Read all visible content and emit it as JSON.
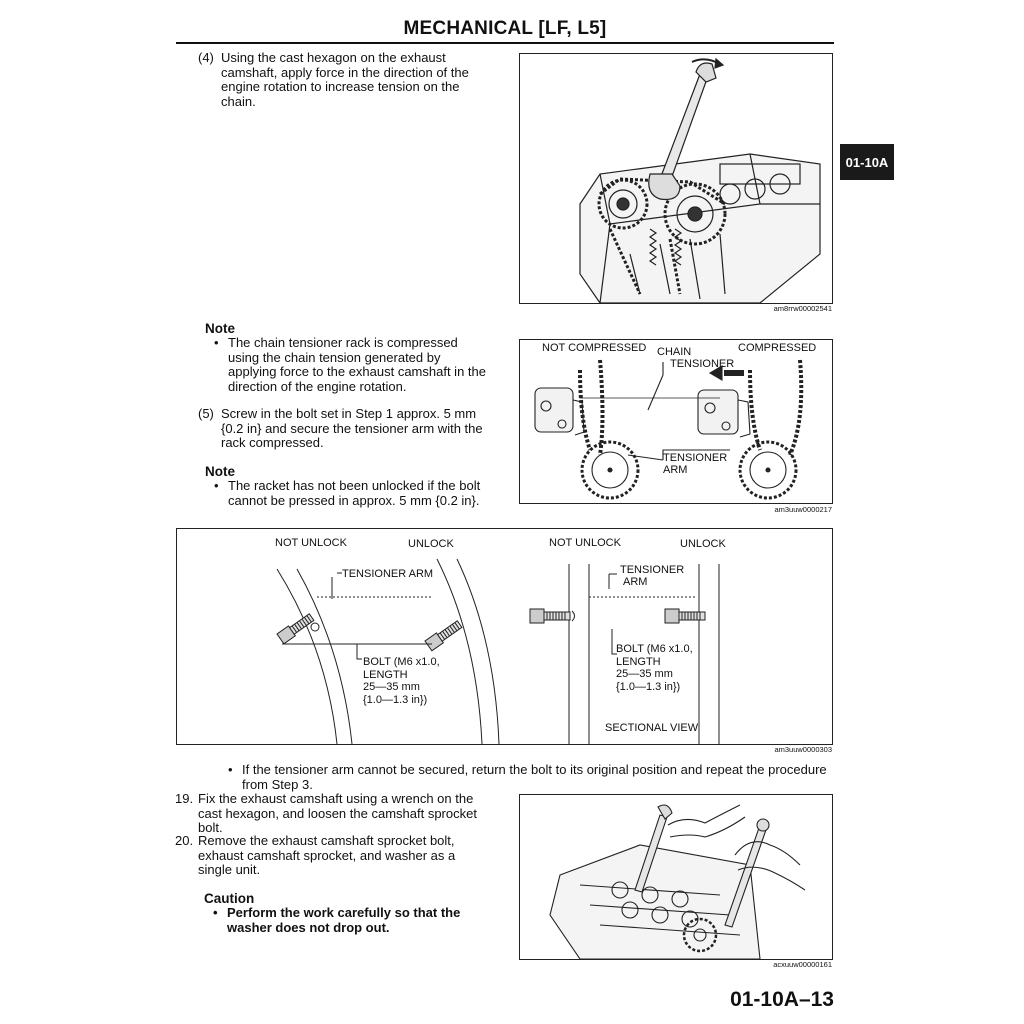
{
  "header": {
    "title": "MECHANICAL [LF, L5]"
  },
  "side_tab": {
    "label": "01-10A"
  },
  "step4": {
    "number": "(4)",
    "lines": [
      "Using the cast hexagon on the exhaust",
      "camshaft, apply force in the direction of the",
      "engine rotation to increase tension on the",
      "chain."
    ]
  },
  "fig1": {
    "code": "am8rrw00002541"
  },
  "note1": {
    "title": "Note",
    "bullet": "•",
    "lines": [
      "The chain tensioner rack is compressed",
      "using the chain tension generated by",
      "applying force to the exhaust camshaft in the",
      "direction of the engine rotation."
    ]
  },
  "step5": {
    "number": "(5)",
    "lines": [
      "Screw in the bolt set in Step 1 approx. 5 mm",
      "{0.2 in} and secure the tensioner arm with the",
      "rack compressed."
    ]
  },
  "note2": {
    "title": "Note",
    "bullet": "•",
    "lines": [
      "The racket has not been unlocked if the bolt",
      "cannot be pressed in approx. 5 mm {0.2 in}."
    ]
  },
  "fig2": {
    "code": "am3uuw0000217",
    "labels": {
      "not_compressed": "NOT COMPRESSED",
      "chain_tensioner_1": "CHAIN",
      "chain_tensioner_2": "TENSIONER",
      "compressed": "COMPRESSED",
      "tensioner_arm_1": "TENSIONER",
      "tensioner_arm_2": "ARM"
    }
  },
  "fig3": {
    "code": "am3uuw0000303",
    "left": {
      "not_unlock": "NOT UNLOCK",
      "unlock": "UNLOCK",
      "tensioner_arm": "TENSIONER ARM",
      "bolt_lines": [
        "BOLT (M6 x1.0,",
        "LENGTH",
        "25—35 mm",
        "{1.0—1.3 in})"
      ]
    },
    "right": {
      "not_unlock": "NOT UNLOCK",
      "unlock": "UNLOCK",
      "tensioner_arm_1": "TENSIONER",
      "tensioner_arm_2": "ARM",
      "bolt_lines": [
        "BOLT (M6 x1.0,",
        "LENGTH",
        "25—35 mm",
        "{1.0—1.3 in})"
      ],
      "sectional_view": "SECTIONAL VIEW"
    }
  },
  "bullet_if": {
    "bullet": "•",
    "lines": [
      "If the tensioner arm cannot be secured, return the bolt to its original position and repeat the procedure",
      "from Step 3."
    ]
  },
  "step19": {
    "number": "19.",
    "lines": [
      "Fix the exhaust camshaft using a wrench on the",
      "cast hexagon, and loosen the camshaft sprocket",
      "bolt."
    ]
  },
  "step20": {
    "number": "20.",
    "lines": [
      "Remove the exhaust camshaft sprocket bolt,",
      "exhaust camshaft sprocket, and washer as a",
      "single unit."
    ]
  },
  "caution": {
    "title": "Caution",
    "bullet": "•",
    "lines": [
      "Perform the work carefully so that the",
      "washer does not drop out."
    ]
  },
  "fig4": {
    "code": "acxuuw00000161"
  },
  "footer": {
    "page_number": "01-10A–13"
  }
}
